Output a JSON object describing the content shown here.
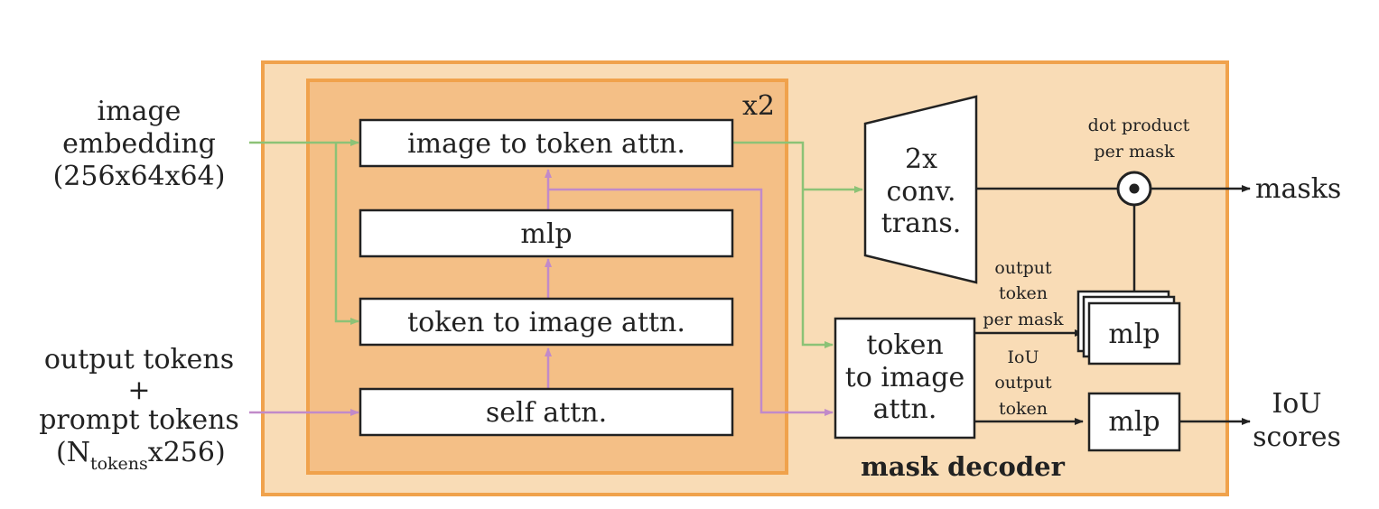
{
  "inputs": {
    "image": [
      "image",
      "embedding",
      "(256x64x64)"
    ],
    "tokens": [
      "output tokens",
      "+",
      "prompt tokens"
    ],
    "tokens_shape": {
      "open": "(N",
      "sub": "tokens",
      "close": "x256)"
    }
  },
  "repeat_label": "x2",
  "blocks": {
    "image_to_token": "image to token attn.",
    "mlp": "mlp",
    "token_to_image": "token to image attn.",
    "self_attn": "self attn."
  },
  "conv": [
    "2x",
    "conv.",
    "trans."
  ],
  "token_to_image2": [
    "token",
    "to image",
    "attn."
  ],
  "dot_product": [
    "dot product",
    "per mask"
  ],
  "output_token_per_mask": [
    "output",
    "token",
    "per mask"
  ],
  "iou_output_token": [
    "IoU",
    "output",
    "token"
  ],
  "mlp_stack": "mlp",
  "mlp_iou": "mlp",
  "outputs": {
    "masks": "masks",
    "iou": [
      "IoU",
      "scores"
    ]
  },
  "decoder_label": "mask decoder",
  "colors": {
    "outer_fill": "#f9dcb6",
    "outer_stroke": "#f0a24c",
    "inner_fill": "#f4bf86",
    "green": "#8cc276",
    "purple": "#c18ac9",
    "black": "#222222"
  }
}
